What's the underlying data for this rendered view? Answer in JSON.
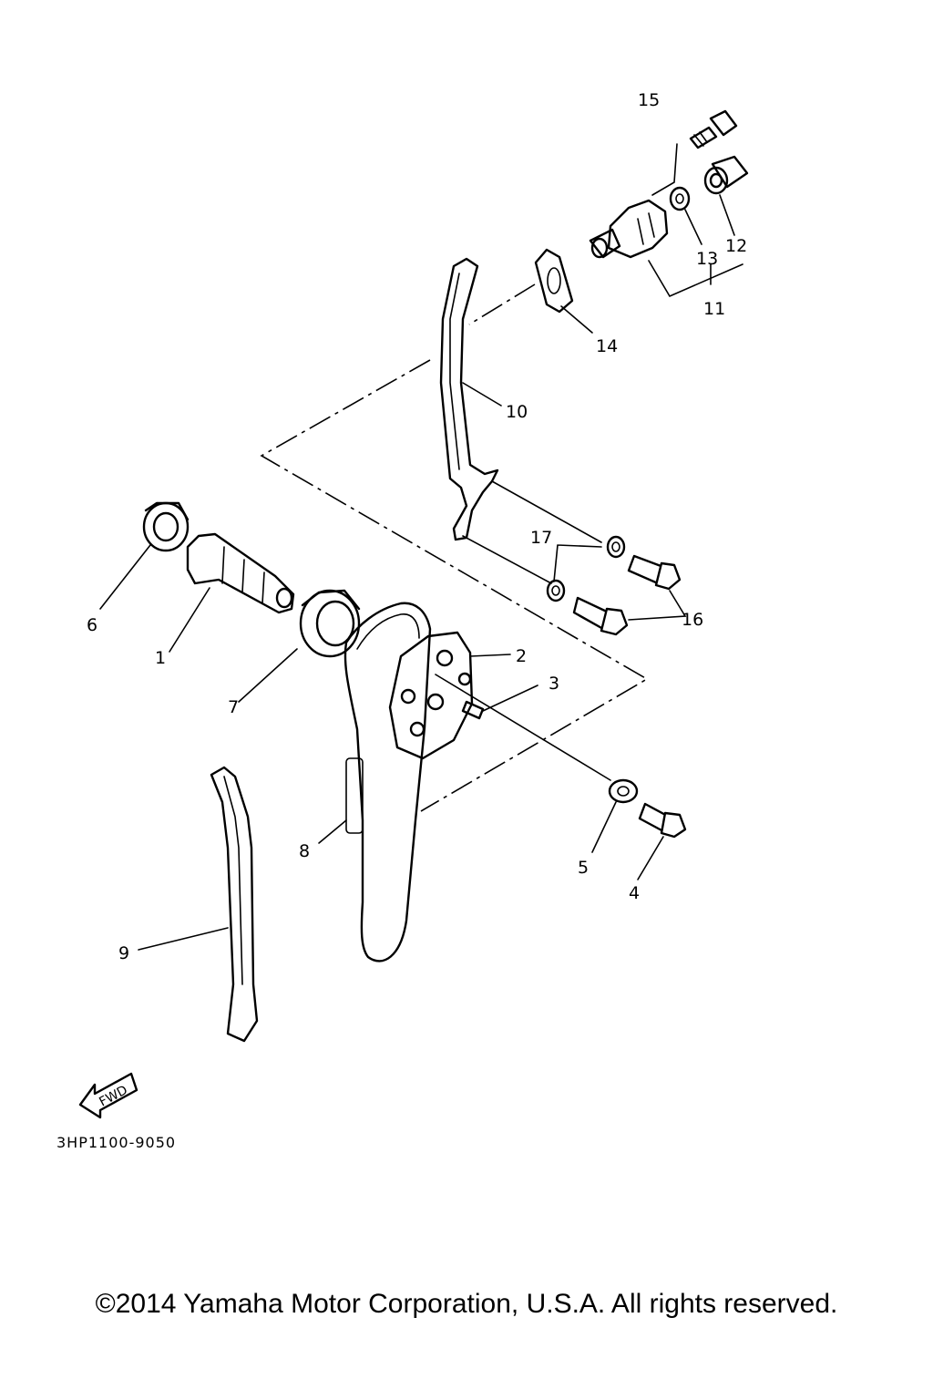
{
  "labels": {
    "p1": "1",
    "p2": "2",
    "p3": "3",
    "p4": "4",
    "p5": "5",
    "p6": "6",
    "p7": "7",
    "p8": "8",
    "p9": "9",
    "p10": "10",
    "p11": "11",
    "p12": "12",
    "p13": "13",
    "p14": "14",
    "p15": "15",
    "p16": "16",
    "p17": "17"
  },
  "fwd_text": "FWD",
  "drawing_code": "3HP1100-9050",
  "copyright": "©2014 Yamaha Motor Corporation, U.S.A. All rights reserved."
}
